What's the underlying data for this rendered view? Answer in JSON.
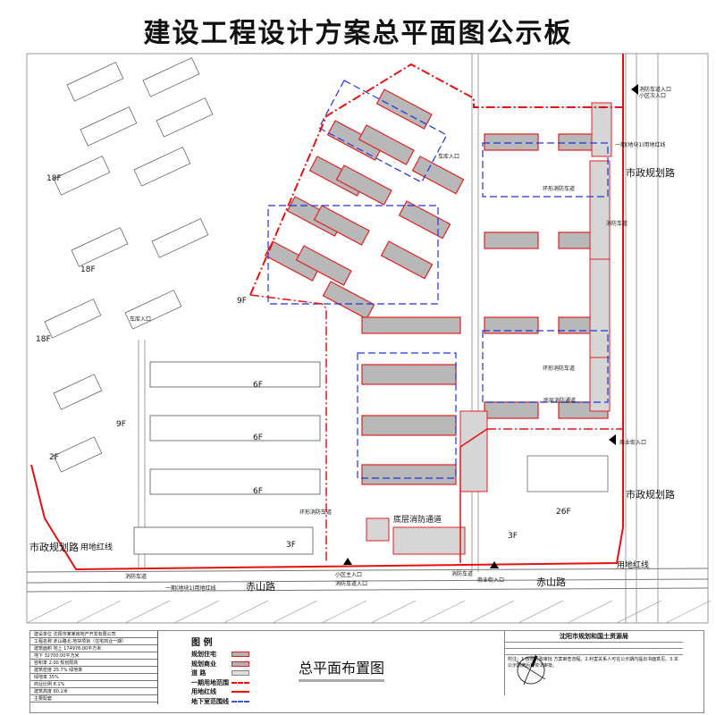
{
  "title": "建设工程设计方案总平面图公示板",
  "plan": {
    "roads": {
      "municipal_road": "市政规划路",
      "chishan_road": "赤山路"
    },
    "labels": {
      "site_red_line": "用地红线",
      "phase1_red_line": "一期(地块1)用地红线",
      "fire_lane_entrance": "消防车道入口",
      "community_secondary_entrance": "小区次入口",
      "community_main_entrance": "小区主入口",
      "commercial_entrance": "商业街入口",
      "fire_lane": "消防车道",
      "ground_fire_passage": "底层消防通道",
      "ring_fire_lane": "环形消防车道",
      "garage_entrance": "车库入口"
    },
    "floors": {
      "f18": "18F",
      "f9": "9F",
      "f2": "2F",
      "f26": "26F",
      "f3": "3F",
      "f6": "6F"
    }
  },
  "info_table": {
    "rows": [
      "建设单位  沈阳市某某房地产开发有限公司",
      "工程名称  赤山路北·地块项目（住宅商业一期）",
      "建筑面积 地上  174976.00平方米",
      "地下  32700.00平方米",
      "容积率  2.00  规划限高",
      "建筑密度  25.7%  绿地率",
      "绿地率  35%",
      "商业比例  8.1%",
      "建筑高度  60.1米",
      "主要配套"
    ]
  },
  "legend": {
    "title": "图 例",
    "items": [
      {
        "label": "规划住宅",
        "color": "#b3b3b3",
        "border": "#e02020"
      },
      {
        "label": "规划商业",
        "color": "#b3b3b3",
        "border": "#e02020"
      },
      {
        "label": "道    路",
        "color": "#dddddd",
        "border": "#888888"
      },
      {
        "label": "一期用地范围",
        "color": "#ff0000",
        "border": "#ff0000"
      },
      {
        "label": "用地红线",
        "color": "#ff0000",
        "border": "#ff0000"
      },
      {
        "label": "地下室范围线",
        "color": "#4050e0",
        "border": "#4050e0"
      }
    ]
  },
  "plan_name": "总平面布置图",
  "authority": {
    "name": "沈阳市规划和国土资源局",
    "notes": "附注：1.按照行政审批 方案审查流程。2.利害关系人可在公示期内提出书面意见。3.本公示期满后将依法审批。"
  },
  "colors": {
    "red_line": "#e81010",
    "building": "#b8b8b8",
    "basement": "#2233dd"
  }
}
